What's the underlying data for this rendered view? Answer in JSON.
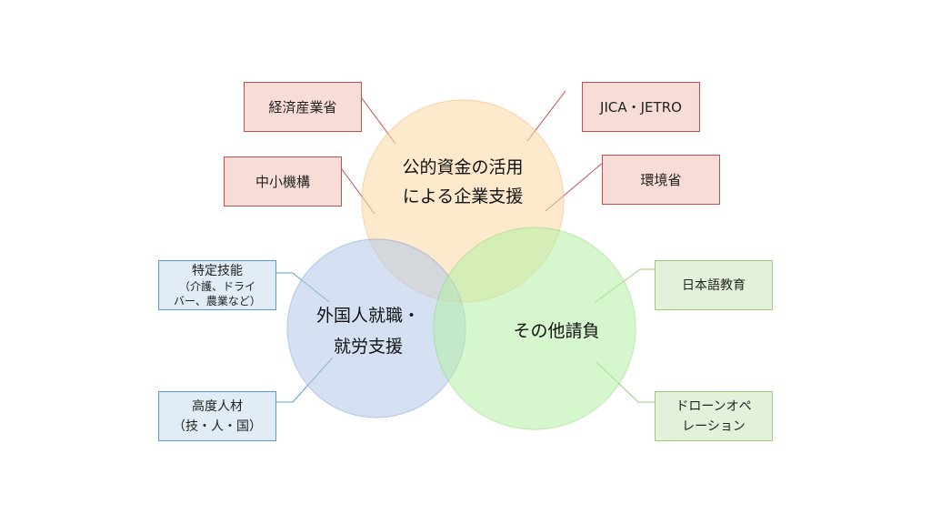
{
  "circles": {
    "top": {
      "line1": "公的資金の活用",
      "line2": "による企業支援",
      "fill": "#fdd9a6",
      "stroke": "#f5b46b"
    },
    "left": {
      "line1": "外国人就職・",
      "line2": "就労支援",
      "fill": "#b4c9ea",
      "stroke": "#7f9fd4"
    },
    "right": {
      "line1": "その他請負",
      "fill": "#b6f0a6",
      "stroke": "#8fdc7a"
    }
  },
  "boxes": {
    "meti": "経済産業省",
    "jica": "JICA・JETRO",
    "smrj": "中小機構",
    "env": "環境省",
    "ssw": {
      "title": "特定技能",
      "sub1": "（介護、ドライ",
      "sub2": "バー、農業など）"
    },
    "hsp": {
      "line1": "高度人材",
      "line2": "（技・人・国）"
    },
    "jpedu": "日本語教育",
    "drone": {
      "line1": "ドローンオペ",
      "line2": "レーション"
    }
  },
  "colors": {
    "red_border": "#c0504d",
    "red_fill": "#f8dcd8",
    "blue_border": "#5b9bd5",
    "blue_fill": "#e2ecf7",
    "green_border": "#9bcc7e",
    "green_fill": "#e3f0da"
  }
}
